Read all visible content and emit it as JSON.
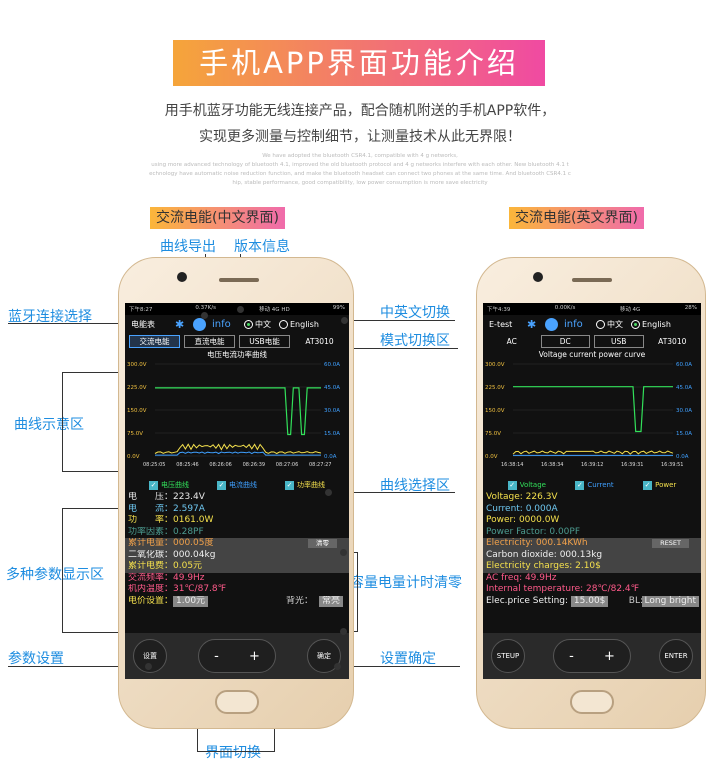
{
  "banner": "手机APP界面功能介绍",
  "intro": {
    "line1": "用手机蓝牙功能无线连接产品，配合随机附送的手机APP软件，",
    "line2": "实现更多测量与控制细节，让测量技术从此无界限！",
    "en1": "We have adopted the bluetooth CSR4.1, compatible with 4 g networks,",
    "en2": "using more advanced technology of bluetooth 4.1, improved the old bluetooth protocol and 4 g networks interfere with each other. New bluetooth 4.1 t",
    "en3": "echnology have automatic noise reduction function, and make the bluetooth headset can connect two phones at the same time. And bluetooth CSR4.1 c",
    "en4": "hip, stable performance, good compatibility, low power consumption is more save electricity"
  },
  "tags": {
    "cn": "交流电能(中文界面)",
    "en": "交流电能(英文界面)"
  },
  "labels": {
    "curve_export": "曲线导出",
    "version_info": "版本信息",
    "bt_select": "蓝牙连接选择",
    "lang_switch": "中英文切换",
    "mode_switch": "模式切换区",
    "curve_area": "曲线示意区",
    "curve_select": "曲线选择区",
    "params_area": "多种参数显示区",
    "capacity_clear": "容量电量计时清零",
    "param_set": "参数设置",
    "set_confirm": "设置确定",
    "ui_switch": "界面切换"
  },
  "cn": {
    "status_left": "下午8:27",
    "status_mid": "0.37K/s",
    "status_right": "移动 4G HD",
    "battery": "99%",
    "device": "电能表",
    "info": "info",
    "lang_cn": "中文",
    "lang_en": "English",
    "tabs": [
      "交流电能",
      "直流电能",
      "USB电能",
      "AT3010"
    ],
    "chart_title": "电压电流功率曲线",
    "y_left": [
      "300.0V",
      "225.0V",
      "150.0V",
      "75.0V",
      "0.0V"
    ],
    "y_right": [
      "60.0A",
      "45.0A",
      "30.0A",
      "15.0A",
      "0.0A"
    ],
    "x_ticks": [
      "08:25:05",
      "08:25:46",
      "08:26:06",
      "08:26:39",
      "08:27:06",
      "08:27:27"
    ],
    "legend": [
      "电压曲线",
      "电流曲线",
      "功率曲线"
    ],
    "params": [
      {
        "text": "电　　压：223.4V",
        "color": "#e8e8e8",
        "grey": false
      },
      {
        "text": "电　　流：2.597A",
        "color": "#6ec7f0",
        "grey": false
      },
      {
        "text": "功　　率：0161.0W",
        "color": "#f4e04d",
        "grey": false
      },
      {
        "text": "功率因素：0.28PF",
        "color": "#4b9a8f",
        "grey": false
      },
      {
        "text": "累计电量：000.05度",
        "color": "#f0a04a",
        "grey": true
      },
      {
        "text": "二氧化碳：000.04kg",
        "color": "#f0f0f0",
        "grey": true
      },
      {
        "text": "累计电费：0.05元",
        "color": "#f4e04d",
        "grey": true
      },
      {
        "text": "交流频率：49.9Hz",
        "color": "#ff5a8a",
        "grey": false
      },
      {
        "text": "机内温度：31℃/87.8℉",
        "color": "#ff5a8a",
        "grey": false
      }
    ],
    "clear": "清零",
    "price_label": "电价设置：",
    "price_value": "1.00元",
    "bl_label": "背光：",
    "bl_value": "常亮",
    "btn_left": "设置",
    "btn_right": "确定",
    "minus": "-",
    "plus": "+"
  },
  "en": {
    "status_left": "下午4:39",
    "status_mid": "0.00K/s",
    "status_right": "移动 4G",
    "battery": "28%",
    "device": "E-test",
    "info": "info",
    "lang_cn": "中文",
    "lang_en": "English",
    "tabs": [
      "AC",
      "DC",
      "USB",
      "AT3010"
    ],
    "chart_title": "Voltage current power curve",
    "y_left": [
      "300.0V",
      "225.0V",
      "150.0V",
      "75.0V",
      "0.0V"
    ],
    "y_right": [
      "60.0A",
      "45.0A",
      "30.0A",
      "15.0A",
      "0.0A"
    ],
    "x_ticks": [
      "16:38:14",
      "16:38:34",
      "16:39:12",
      "16:39:31",
      "16:39:51"
    ],
    "legend": [
      "Voltage",
      "Current",
      "Power"
    ],
    "params": [
      {
        "text": "Voltage: 226.3V",
        "color": "#f4e04d",
        "grey": false
      },
      {
        "text": "Current: 0.000A",
        "color": "#6ec7f0",
        "grey": false
      },
      {
        "text": "Power: 0000.0W",
        "color": "#f4e04d",
        "grey": false
      },
      {
        "text": "Power Factor: 0.00PF",
        "color": "#4b9a8f",
        "grey": false
      },
      {
        "text": "Electricity: 000.14KWh",
        "color": "#f0a04a",
        "grey": true
      },
      {
        "text": "Carbon dioxide: 000.13kg",
        "color": "#f0f0f0",
        "grey": true
      },
      {
        "text": "Electricity charges: 2.10$",
        "color": "#f4e04d",
        "grey": true
      },
      {
        "text": "AC freq: 49.9Hz",
        "color": "#ff5a8a",
        "grey": false
      },
      {
        "text": "Internal temperature: 28℃/82.4℉",
        "color": "#ff5a8a",
        "grey": false
      }
    ],
    "clear": "RESET",
    "price_label": "Elec.price Setting: ",
    "price_value": "15.00$",
    "bl_label": "BL: ",
    "bl_value": "Long bright",
    "btn_left": "STEUP",
    "btn_right": "ENTER",
    "minus": "-",
    "plus": "+"
  },
  "colors": {
    "voltage": "#32e05a",
    "current": "#3fa0ff",
    "power": "#f4e04d",
    "accent": "#1e8de0"
  }
}
